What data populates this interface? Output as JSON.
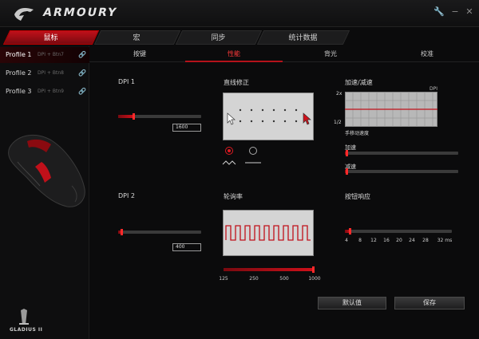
{
  "app": {
    "title": "ARMOURY"
  },
  "window": {
    "settings_icon": "wrench-icon",
    "minimize_icon": "minus-icon",
    "close_icon": "close-icon"
  },
  "main_tabs": [
    {
      "label": "鼠标",
      "active": true
    },
    {
      "label": "宏",
      "active": false
    },
    {
      "label": "同步",
      "active": false
    },
    {
      "label": "统计数据",
      "active": false
    }
  ],
  "profiles": [
    {
      "name": "Profile 1",
      "binding": "DPI + Btn7",
      "active": true
    },
    {
      "name": "Profile 2",
      "binding": "DPI + Btn8",
      "active": false
    },
    {
      "name": "Profile 3",
      "binding": "DPI + Btn9",
      "active": false
    }
  ],
  "sub_tabs": [
    {
      "label": "按键",
      "active": false
    },
    {
      "label": "性能",
      "active": true
    },
    {
      "label": "背光",
      "active": false
    },
    {
      "label": "校准",
      "active": false
    }
  ],
  "dpi1": {
    "label": "DPI 1",
    "value": "1600",
    "fraction": 0.19
  },
  "dpi2": {
    "label": "DPI 2",
    "value": "400",
    "fraction": 0.05
  },
  "angle_snapping": {
    "label": "直线修正",
    "selected": "on"
  },
  "acceleration": {
    "title": "加速/减速",
    "graph_label": "DPI",
    "y_top": "2x",
    "y_bottom": "1/2",
    "x_label": "手移动速度",
    "accel_label": "加速",
    "accel_fraction": 0.02,
    "decel_label": "减速",
    "decel_fraction": 0.02
  },
  "polling_rate": {
    "label": "轮询率",
    "ticks": [
      "125",
      "250",
      "500",
      "1000"
    ],
    "fraction": 1.0
  },
  "button_response": {
    "label": "按钮响应",
    "ticks": [
      "4",
      "8",
      "12",
      "16",
      "20",
      "24",
      "28",
      "32 ms"
    ],
    "fraction": 0.05
  },
  "buttons": {
    "default": "默认值",
    "save": "保存"
  },
  "brand": {
    "name": "GLADIUS II"
  },
  "colors": {
    "accent": "#c0101a",
    "background": "#0b0b0c"
  }
}
